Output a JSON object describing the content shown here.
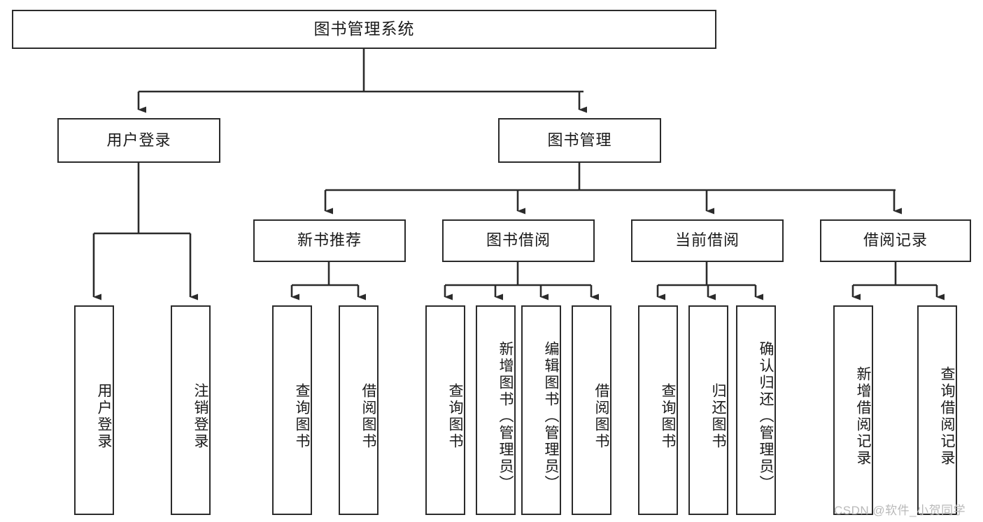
{
  "diagram": {
    "title": "图书管理系统",
    "type": "hierarchy-tree",
    "colors": {
      "stroke": "#2b2b2b",
      "fill": "#ffffff",
      "watermark": "#b9b9b9"
    },
    "nodes": {
      "root": "图书管理系统",
      "user_login": "用户登录",
      "book_manage": "图书管理",
      "new_book_rec": "新书推荐",
      "book_borrow": "图书借阅",
      "current_borrow": "当前借阅",
      "borrow_record": "借阅记录",
      "leaf_user_login": "用户登录",
      "leaf_logout": "注销登录",
      "leaf_query_book_1": "查询图书",
      "leaf_borrow_book_1": "借阅图书",
      "leaf_query_book_2": "查询图书",
      "leaf_add_book_admin": "新增图书（管理员）",
      "leaf_edit_book_admin": "编辑图书（管理员）",
      "leaf_borrow_book_2": "借阅图书",
      "leaf_query_book_3": "查询图书",
      "leaf_return_book": "归还图书",
      "leaf_confirm_return_admin": "确认归还（管理员）",
      "leaf_add_record": "新增借阅记录",
      "leaf_query_record": "查询借阅记录"
    },
    "watermark": "CSDN @软件_小贺同学"
  }
}
